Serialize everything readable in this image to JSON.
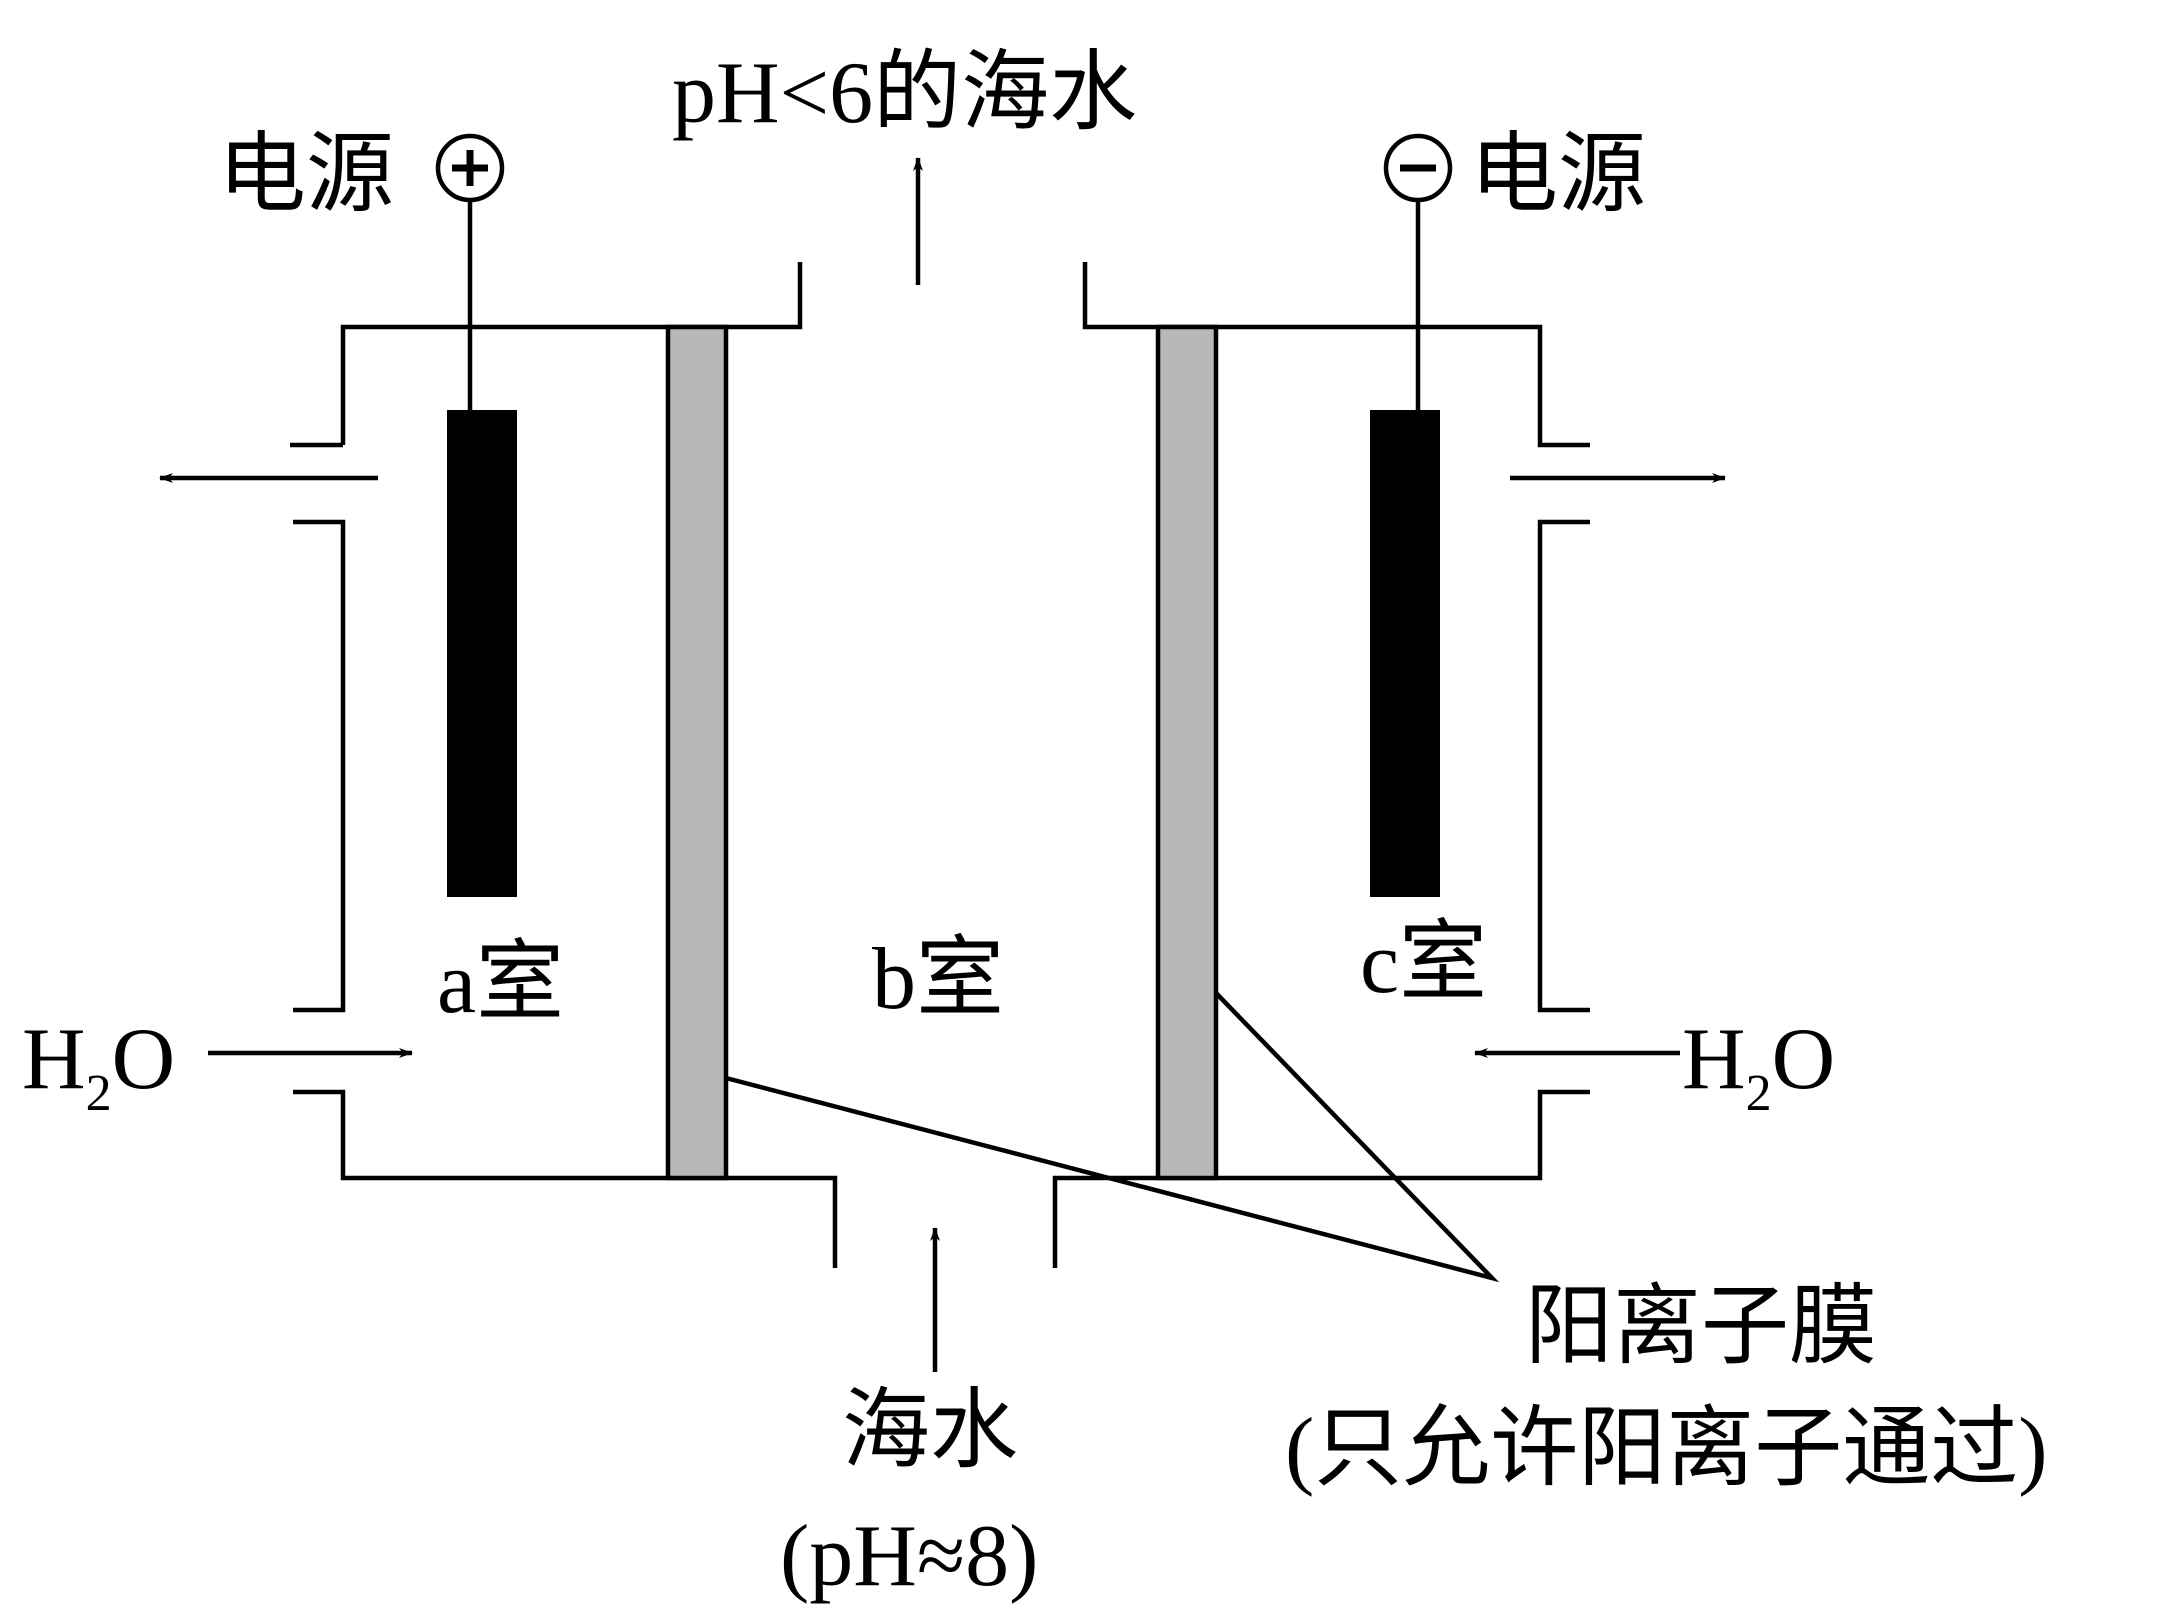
{
  "labels": {
    "outlet_top": "pH<6的海水",
    "power_left": "电源",
    "power_right": "电源",
    "chamber_a": "a室",
    "chamber_b": "b室",
    "chamber_c": "c室",
    "water_in_left_base": "H",
    "water_in_left_sub": "2",
    "water_in_left_tail": "O",
    "water_in_right_base": "H",
    "water_in_right_sub": "2",
    "water_in_right_tail": "O",
    "seawater_in": "海水",
    "seawater_ph": "(pH≈8)",
    "membrane_name": "阳离子膜",
    "membrane_note": "(只允许阳离子通过)"
  },
  "symbols": {
    "anode_terminal": "+",
    "cathode_terminal": "−"
  },
  "colors": {
    "membrane_fill": "#b8b8b8",
    "electrode_fill": "#000000",
    "line": "#000000"
  }
}
